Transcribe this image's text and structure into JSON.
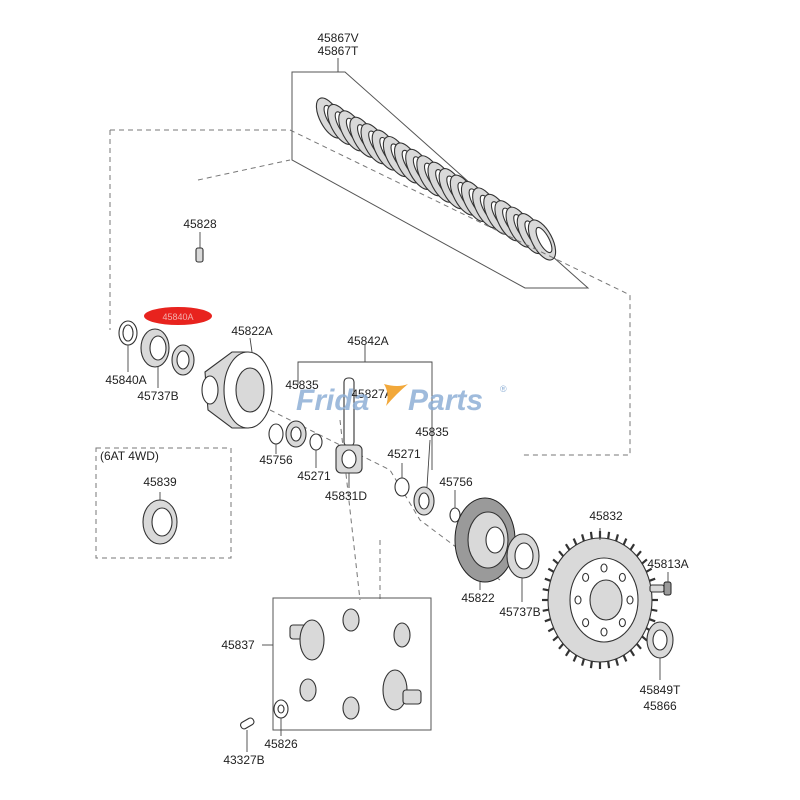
{
  "diagram": {
    "labels": {
      "p45867V": "45867V",
      "p45867T": "45867T",
      "p45828": "45828",
      "p45822A": "45822A",
      "p45842A": "45842A",
      "p45840A": "45840A",
      "p45737B_left": "45737B",
      "p45835_top": "45835",
      "p45827A": "45827A",
      "p45835_right": "45835",
      "p45756_left": "45756",
      "p45271_left": "45271",
      "p45271_right": "45271",
      "p45756_right": "45756",
      "p45831D": "45831D",
      "sixat4wd": "(6AT 4WD)",
      "p45839": "45839",
      "p45832": "45832",
      "p45813A": "45813A",
      "p45822": "45822",
      "p45737B_right": "45737B",
      "p45837": "45837",
      "p45849T": "45849T",
      "p45866": "45866",
      "p45826": "45826",
      "p43327B": "43327B"
    },
    "highlight": {
      "color": "#e8231e",
      "label": "45840A"
    },
    "watermark": {
      "part1": "Frida",
      "part2": "Parts",
      "symbol": "®",
      "color": "#8fb0d6",
      "accent_color": "#f2a83a"
    }
  }
}
